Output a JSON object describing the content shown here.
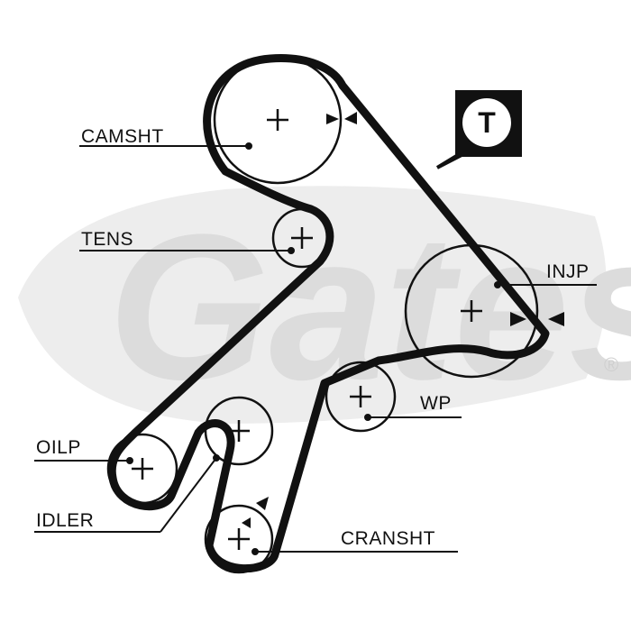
{
  "watermark": {
    "text": "Gates",
    "registered_mark": "®"
  },
  "tensioner_badge": {
    "letter": "T"
  },
  "labels": {
    "camshaft": "CAMSHT",
    "tensioner": "TENS",
    "injection_pump": "INJP",
    "water_pump": "WP",
    "oil_pump": "OILP",
    "idler": "IDLER",
    "crankshaft": "CRANSHT"
  },
  "colors": {
    "line": "#111111",
    "watermark": "#e3e3e3"
  }
}
